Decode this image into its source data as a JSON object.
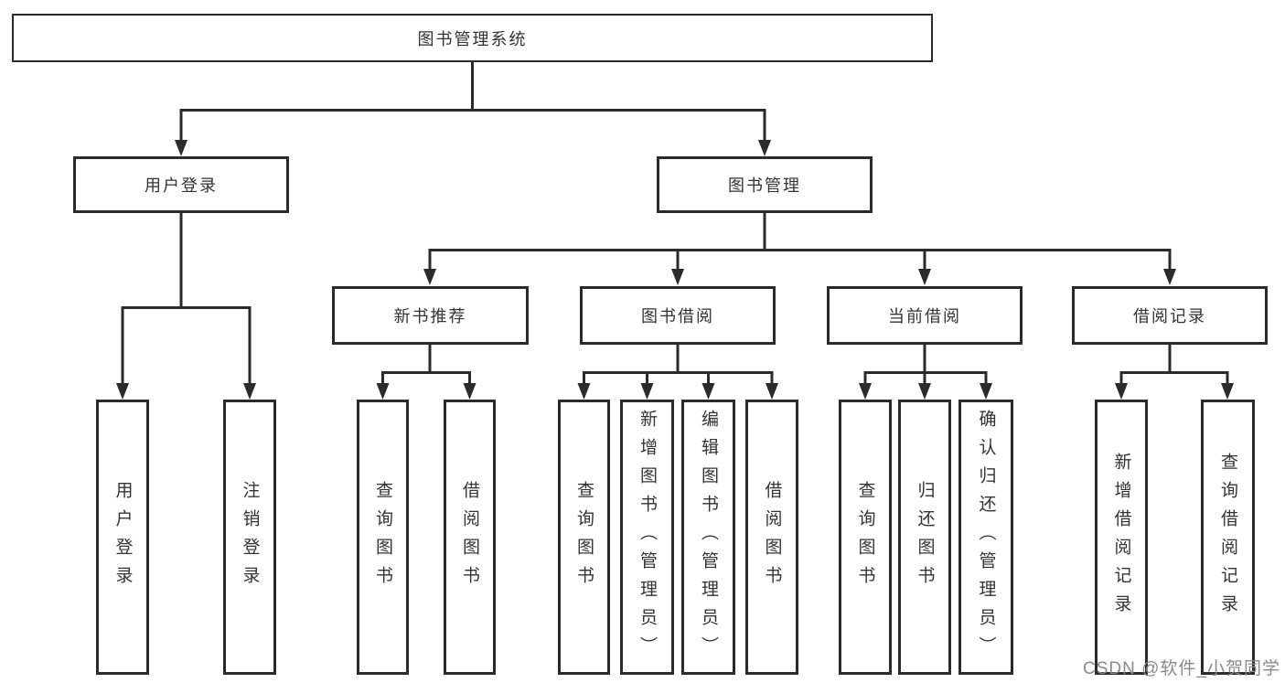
{
  "colors": {
    "line": "#2b2b2b",
    "text": "#333333",
    "background": "#ffffff",
    "watermark_text": "#8a8a8a"
  },
  "root": {
    "label": "图书管理系统"
  },
  "level2": [
    {
      "label": "用户登录"
    },
    {
      "label": "图书管理"
    }
  ],
  "level3": [
    {
      "label": "新书推荐"
    },
    {
      "label": "图书借阅"
    },
    {
      "label": "当前借阅"
    },
    {
      "label": "借阅记录"
    }
  ],
  "leaves": {
    "user": [
      {
        "label": "用户登录"
      },
      {
        "label": "注销登录"
      }
    ],
    "recommend": [
      {
        "label": "查询图书"
      },
      {
        "label": "借阅图书"
      }
    ],
    "borrow": [
      {
        "label": "查询图书"
      },
      {
        "label": "新增图书（管理员）"
      },
      {
        "label": "编辑图书（管理员）"
      },
      {
        "label": "借阅图书"
      }
    ],
    "current": [
      {
        "label": "查询图书"
      },
      {
        "label": "归还图书"
      },
      {
        "label": "确认归还（管理员）"
      }
    ],
    "records": [
      {
        "label": "新增借阅记录"
      },
      {
        "label": "查询借阅记录"
      }
    ]
  },
  "watermark": {
    "text": "CSDN @软件_小贺同学"
  }
}
